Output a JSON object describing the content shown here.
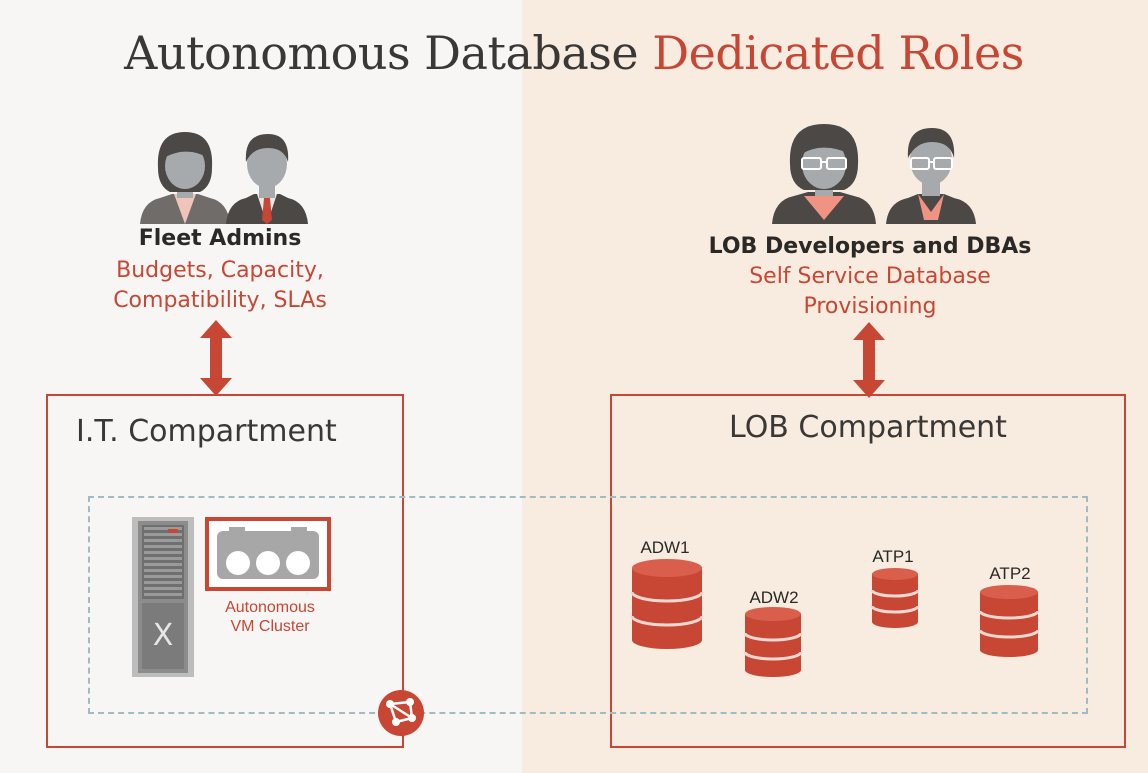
{
  "title": {
    "part1": "Autonomous Database",
    "part2": "Dedicated Roles"
  },
  "left_role": {
    "name": "Fleet Admins",
    "desc_lines": [
      "Budgets, Capacity,",
      "Compatibility, SLAs"
    ]
  },
  "right_role": {
    "name": "LOB Developers and DBAs",
    "desc_lines": [
      "Self Service Database",
      "Provisioning"
    ]
  },
  "it_compartment": {
    "title": "I.T. Compartment"
  },
  "lob_compartment": {
    "title": "LOB Compartment"
  },
  "vm_cluster": {
    "label_lines": [
      "Autonomous",
      "VM Cluster"
    ]
  },
  "databases": [
    {
      "label": "ADW1"
    },
    {
      "label": "ADW2"
    },
    {
      "label": "ATP1"
    },
    {
      "label": "ATP2"
    }
  ],
  "icons": {
    "left_people": [
      "woman-admin-icon",
      "man-admin-icon"
    ],
    "right_people": [
      "woman-developer-icon",
      "man-developer-icon"
    ],
    "server": "exadata-server-icon",
    "vm": "vm-cluster-icon",
    "database": "database-icon",
    "network": "network-badge-icon"
  },
  "colors": {
    "accent": "#c74634",
    "text_dark": "#3a3836",
    "left_bg": "#f8f6f4",
    "right_bg": "#f7ecdf",
    "dashed": "#9fbcc4",
    "person_gray": "#6f6c69",
    "skin_gray": "#a7aaac"
  }
}
